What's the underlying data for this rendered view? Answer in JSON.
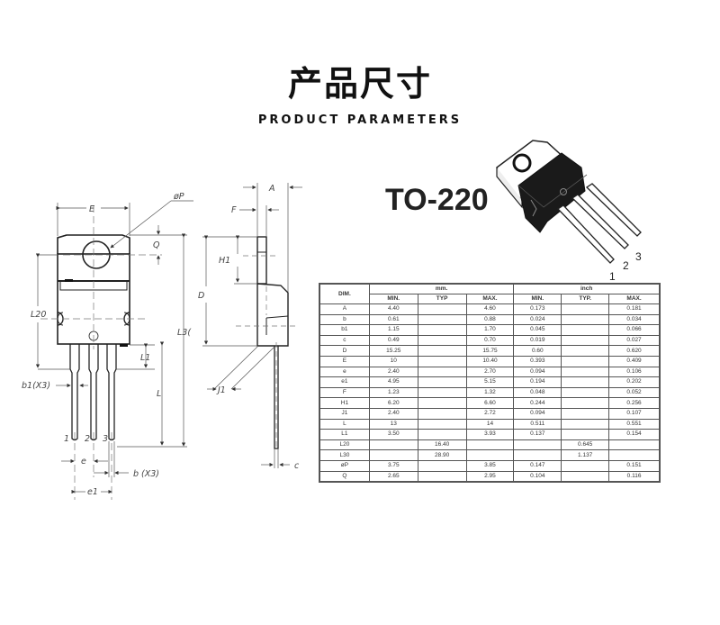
{
  "header": {
    "title": "产品尺寸",
    "subtitle": "PRODUCT PARAMETERS"
  },
  "package": {
    "name": "TO-220",
    "pins": [
      "1",
      "2",
      "3"
    ]
  },
  "drawing_labels": {
    "front": {
      "E": "E",
      "phiP": "øP",
      "Q": "Q",
      "L20": "L20",
      "L30": "L3(",
      "L1": "L1",
      "L": "L",
      "b1": "b1(X3)",
      "b": "b  (X3)",
      "e": "e",
      "e1": "e1",
      "pin1": "1",
      "pin2": "2",
      "pin3": "3"
    },
    "side": {
      "A": "A",
      "F": "F",
      "H1": "H1",
      "D": "D",
      "J1": "J1",
      "c": "c"
    }
  },
  "table": {
    "dim_header": "DIM.",
    "unit_groups": [
      "mm.",
      "inch"
    ],
    "subheaders": [
      "MIN.",
      "TYP",
      "MAX.",
      "MIN.",
      "TYP.",
      "MAX."
    ],
    "rows": [
      {
        "dim": "A",
        "mm_min": "4.40",
        "mm_typ": "",
        "mm_max": "4.60",
        "in_min": "0.173",
        "in_typ": "",
        "in_max": "0.181"
      },
      {
        "dim": "b",
        "mm_min": "0.61",
        "mm_typ": "",
        "mm_max": "0.88",
        "in_min": "0.024",
        "in_typ": "",
        "in_max": "0.034"
      },
      {
        "dim": "b1",
        "mm_min": "1.15",
        "mm_typ": "",
        "mm_max": "1.70",
        "in_min": "0.045",
        "in_typ": "",
        "in_max": "0.066"
      },
      {
        "dim": "c",
        "mm_min": "0.49",
        "mm_typ": "",
        "mm_max": "0.70",
        "in_min": "0.019",
        "in_typ": "",
        "in_max": "0.027"
      },
      {
        "dim": "D",
        "mm_min": "15.25",
        "mm_typ": "",
        "mm_max": "15.75",
        "in_min": "0.60",
        "in_typ": "",
        "in_max": "0.620"
      },
      {
        "dim": "E",
        "mm_min": "10",
        "mm_typ": "",
        "mm_max": "10.40",
        "in_min": "0.393",
        "in_typ": "",
        "in_max": "0.409"
      },
      {
        "dim": "e",
        "mm_min": "2.40",
        "mm_typ": "",
        "mm_max": "2.70",
        "in_min": "0.094",
        "in_typ": "",
        "in_max": "0.106"
      },
      {
        "dim": "e1",
        "mm_min": "4.95",
        "mm_typ": "",
        "mm_max": "5.15",
        "in_min": "0.194",
        "in_typ": "",
        "in_max": "0.202"
      },
      {
        "dim": "F",
        "mm_min": "1.23",
        "mm_typ": "",
        "mm_max": "1.32",
        "in_min": "0.048",
        "in_typ": "",
        "in_max": "0.052"
      },
      {
        "dim": "H1",
        "mm_min": "6.20",
        "mm_typ": "",
        "mm_max": "6.60",
        "in_min": "0.244",
        "in_typ": "",
        "in_max": "0.256"
      },
      {
        "dim": "J1",
        "mm_min": "2.40",
        "mm_typ": "",
        "mm_max": "2.72",
        "in_min": "0.094",
        "in_typ": "",
        "in_max": "0.107"
      },
      {
        "dim": "L",
        "mm_min": "13",
        "mm_typ": "",
        "mm_max": "14",
        "in_min": "0.511",
        "in_typ": "",
        "in_max": "0.551"
      },
      {
        "dim": "L1",
        "mm_min": "3.50",
        "mm_typ": "",
        "mm_max": "3.93",
        "in_min": "0.137",
        "in_typ": "",
        "in_max": "0.154"
      },
      {
        "dim": "L20",
        "mm_min": "",
        "mm_typ": "16.40",
        "mm_max": "",
        "in_min": "",
        "in_typ": "0.645",
        "in_max": ""
      },
      {
        "dim": "L30",
        "mm_min": "",
        "mm_typ": "28.90",
        "mm_max": "",
        "in_min": "",
        "in_typ": "1.137",
        "in_max": ""
      },
      {
        "dim": "øP",
        "mm_min": "3.75",
        "mm_typ": "",
        "mm_max": "3.85",
        "in_min": "0.147",
        "in_typ": "",
        "in_max": "0.151"
      },
      {
        "dim": "Q",
        "mm_min": "2.65",
        "mm_typ": "",
        "mm_max": "2.95",
        "in_min": "0.104",
        "in_typ": "",
        "in_max": "0.116"
      }
    ]
  }
}
